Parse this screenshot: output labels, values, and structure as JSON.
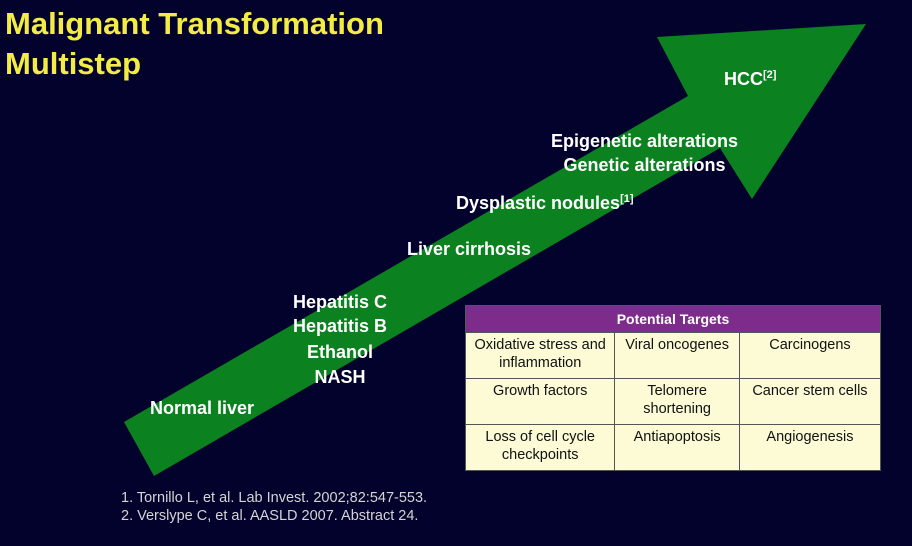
{
  "slide": {
    "title_line1": "Malignant Transformation",
    "title_line2": "Multistep",
    "colors": {
      "background": "#03022c",
      "title": "#f4ec46",
      "arrow": "#0b8120",
      "table_header": "#7d2c8b",
      "table_body": "#fcfbd6"
    }
  },
  "arrow_labels": {
    "hcc": "HCC",
    "hcc_ref": "[2]",
    "epigenetic": "Epigenetic alterations",
    "genetic": "Genetic alterations",
    "dysplastic": "Dysplastic nodules",
    "dysplastic_ref": "[1]",
    "cirrhosis": "Liver cirrhosis",
    "risk_factors": [
      "Hepatitis C",
      "Hepatitis B",
      "Ethanol",
      "NASH"
    ],
    "normal": "Normal liver"
  },
  "targets_table": {
    "header": "Potential Targets",
    "rows": [
      [
        "Oxidative stress and inflammation",
        "Viral oncogenes",
        "Carcinogens"
      ],
      [
        "Growth factors",
        "Telomere shortening",
        "Cancer stem cells"
      ],
      [
        "Loss of cell cycle checkpoints",
        "Antiapoptosis",
        "Angiogenesis"
      ]
    ]
  },
  "references": [
    "1. Tornillo L, et al. Lab Invest. 2002;82:547-553.",
    "2. Verslype C, et al. AASLD 2007. Abstract 24."
  ]
}
